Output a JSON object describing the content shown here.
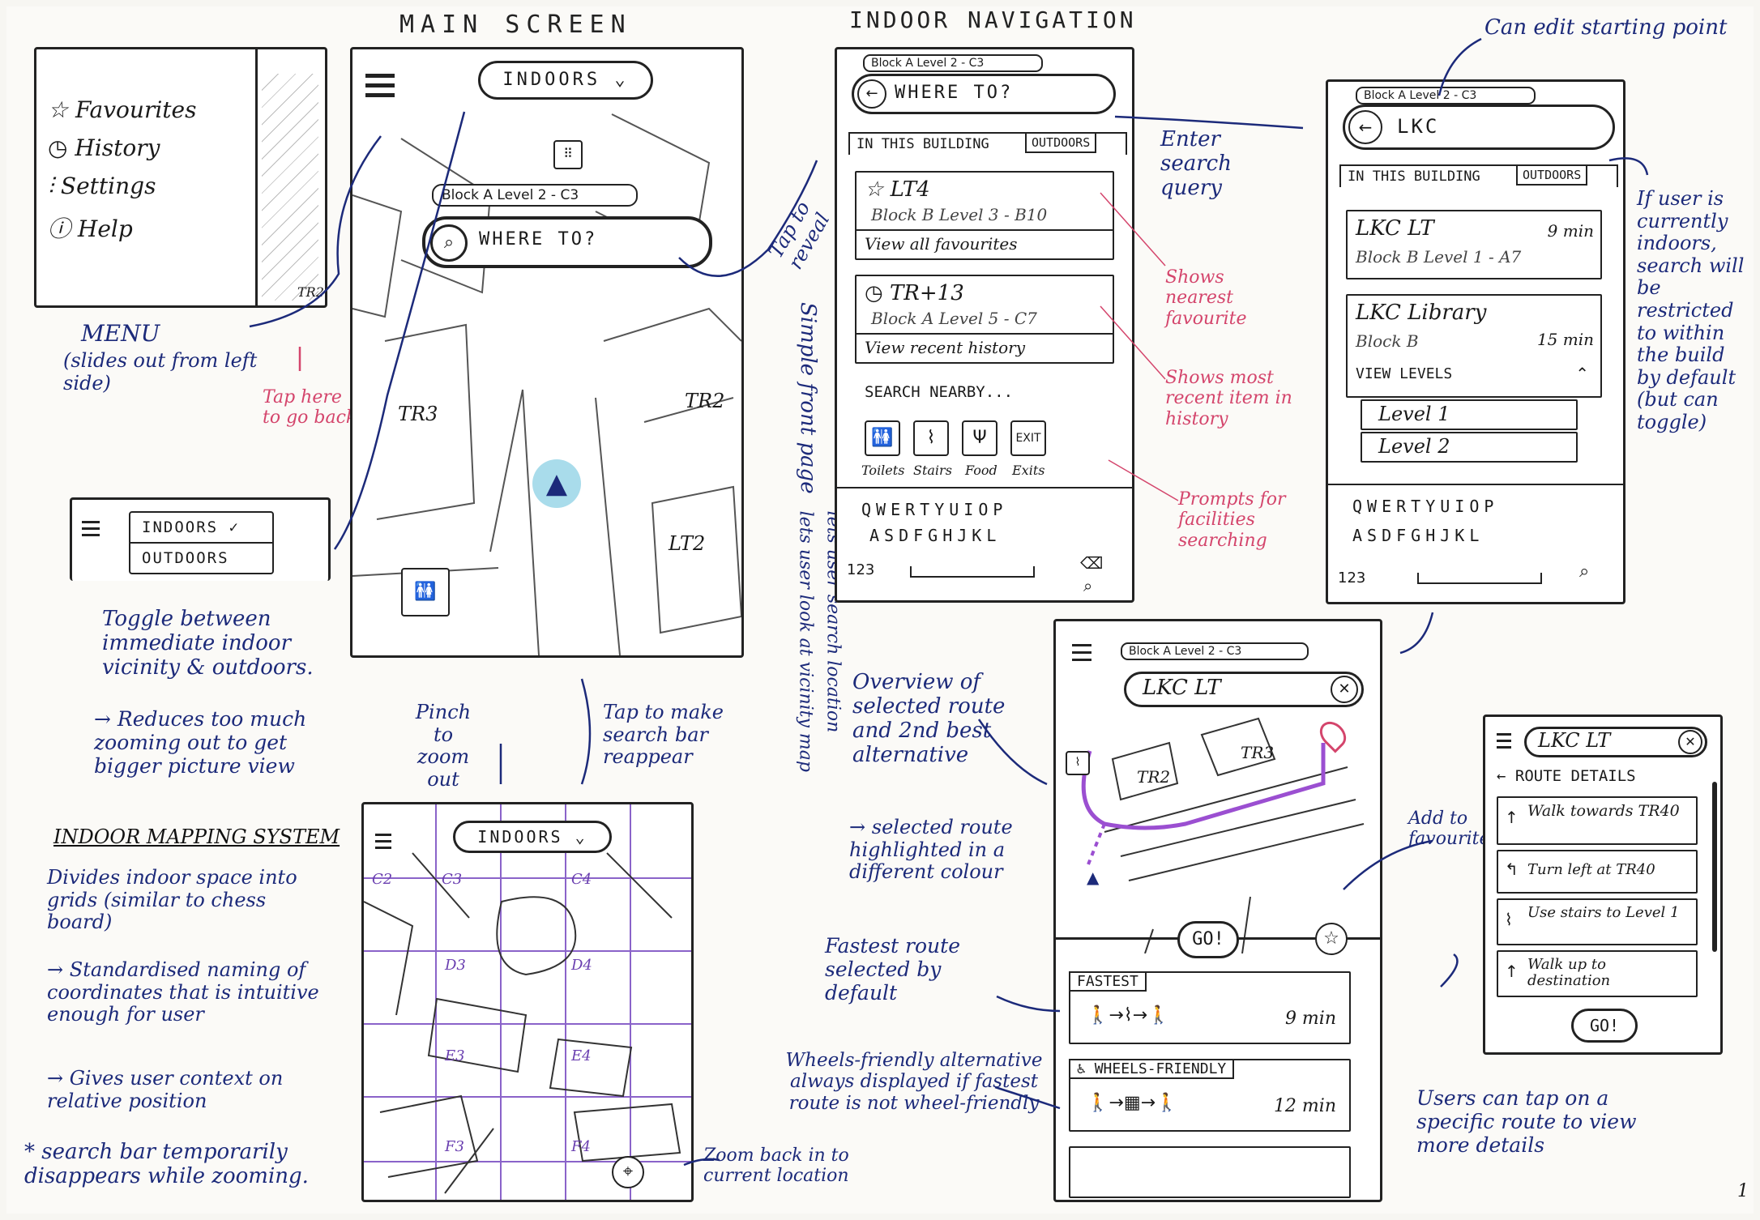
{
  "headings": {
    "main_screen": "MAIN SCREEN",
    "indoor_navigation": "INDOOR NAVIGATION",
    "indoor_mapping_system": "INDOOR MAPPING SYSTEM"
  },
  "menu_sketch": {
    "items": [
      "Favourites",
      "History",
      "Settings",
      "Help"
    ],
    "map_label": "TR2",
    "caption_title": "MENU",
    "caption_body": "(slides out from left side)",
    "tap_note": "Tap here to go back"
  },
  "main_screen": {
    "toggle_label": "INDOORS",
    "location": "Block A Level 2 - C3",
    "search_placeholder": "WHERE TO?",
    "map_labels": [
      "TR3",
      "TR2",
      "LT2"
    ],
    "tap_to_reveal": "Tap to reveal",
    "side_note": "Simple front page",
    "side_bullets": [
      "lets user search location",
      "lets user look at vicinity map"
    ]
  },
  "toggle_sketch": {
    "options": [
      "INDOORS",
      "OUTDOORS"
    ],
    "note": "Toggle between immediate indoor vicinity & outdoors.",
    "bullet": "Reduces too much zooming out to get bigger picture view"
  },
  "zoom": {
    "pinch": "Pinch to zoom out",
    "tap": "Tap to make search bar reappear",
    "toggle_label": "INDOORS",
    "grid_labels": [
      "C2",
      "C3",
      "C4",
      "D3",
      "D4",
      "E3",
      "E4",
      "F3",
      "F4"
    ],
    "zoom_back": "Zoom back in to current location"
  },
  "mapping_system": {
    "body": "Divides indoor space into grids (similar to chess board)",
    "bullets": [
      "Standardised naming of coordinates that is intuitive enough for user",
      "Gives user context on relative position"
    ],
    "footnote": "* search bar temporarily disappears while zooming."
  },
  "nav1": {
    "location": "Block A Level 2 - C3",
    "search": "WHERE TO?",
    "tabs": [
      "IN THIS BUILDING",
      "OUTDOORS"
    ],
    "fav_title": "LT4",
    "fav_sub": "Block B Level 3 - B10",
    "fav_link": "View all favourites",
    "recent_title": "TR+13",
    "recent_sub": "Block A Level 5 - C7",
    "recent_link": "View recent history",
    "nearby_title": "SEARCH NEARBY...",
    "nearby": [
      "Toilets",
      "Stairs",
      "Food",
      "Exits"
    ],
    "keyboard": [
      "QWERTYUIOP",
      "ASDFGHJKL"
    ],
    "kb_num": "123",
    "notes": [
      "Enter search query",
      "Shows nearest favourite",
      "Shows most recent item in history",
      "Prompts for facilities searching"
    ]
  },
  "nav2": {
    "top_note": "Can edit starting point",
    "location": "Block A Level 2 - C3",
    "search": "LKC",
    "tabs": [
      "IN THIS BUILDING",
      "OUTDOORS"
    ],
    "results": [
      {
        "title": "LKC LT",
        "sub": "Block B Level 1 - A7",
        "time": "9 min"
      },
      {
        "title": "LKC Library",
        "sub": "Block B",
        "time": "15 min",
        "link": "VIEW LEVELS"
      }
    ],
    "levels": [
      "Level 1",
      "Level 2"
    ],
    "keyboard": [
      "QWERTYUIOP",
      "ASDFGHJKL"
    ],
    "kb_num": "123",
    "side_note": "If user is currently indoors, search will be restricted to within the build by default (but can toggle)"
  },
  "route": {
    "location": "Block A Level 2 - C3",
    "search": "LKC LT",
    "map_labels": [
      "TR2",
      "TR3"
    ],
    "go": "GO!",
    "fastest_label": "FASTEST",
    "fastest_time": "9 min",
    "wheels_label": "WHEELS-FRIENDLY",
    "wheels_time": "12 min",
    "notes": [
      "Overview of selected route and 2nd best alternative",
      "selected route highlighted in a different colour",
      "Fastest route selected by default",
      "Wheels-friendly alternative always displayed if fastest route is not wheel-friendly",
      "Add to favourites"
    ]
  },
  "details": {
    "search": "LKC LT",
    "header": "ROUTE DETAILS",
    "steps": [
      "Walk towards TR40",
      "Turn left at TR40",
      "Use stairs to Level 1",
      "Walk up to destination"
    ],
    "go": "GO!",
    "note": "Users can tap on a specific route to view more details"
  },
  "page_number": "1",
  "colors": {
    "ink_blue": "#1c2a7a",
    "ink_pink": "#d4456c",
    "route_purple": "#9b4fd1"
  }
}
